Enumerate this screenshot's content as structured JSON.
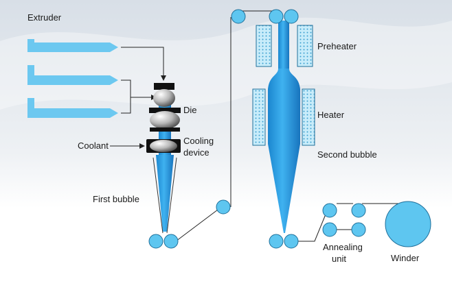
{
  "labels": {
    "extruder": "Extruder",
    "die": "Die",
    "coolant": "Coolant",
    "cooling_device_line1": "Cooling",
    "cooling_device_line2": "device",
    "first_bubble": "First bubble",
    "preheater": "Preheater",
    "heater": "Heater",
    "second_bubble": "Second bubble",
    "annealing_line1": "Annealing",
    "annealing_line2": "unit",
    "winder": "Winder"
  },
  "colors": {
    "film_blue": "#29a3e8",
    "roller_fill": "#5ec6f0",
    "roller_stroke": "#1f6f9a",
    "extruder_blue": "#6cc8f0",
    "heater_fill": "#8fd3ef",
    "line": "#222222",
    "background_top": "#dfe6ed"
  }
}
